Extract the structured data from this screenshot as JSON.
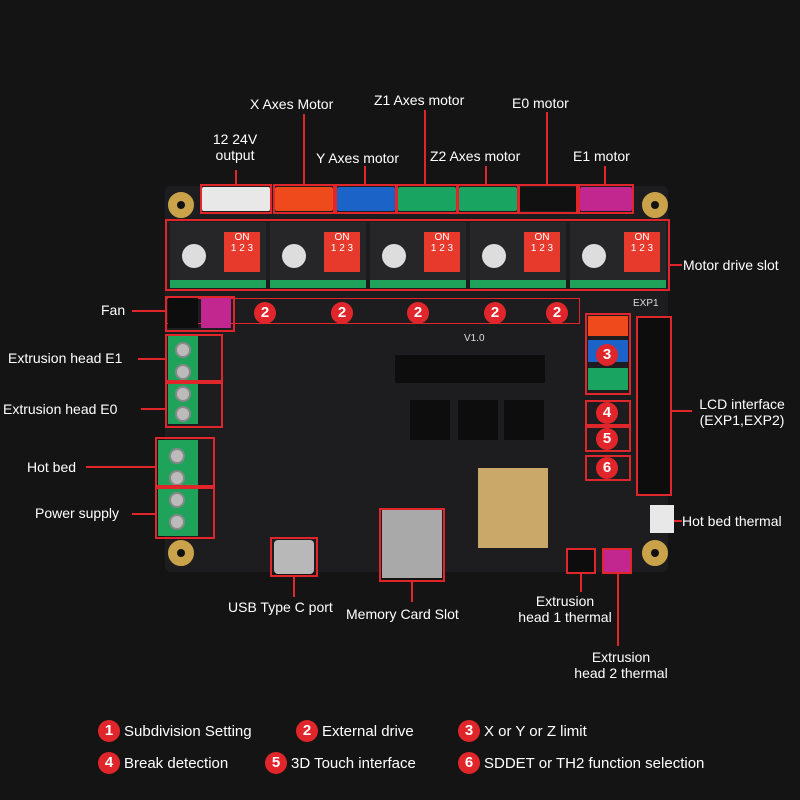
{
  "colors": {
    "accent": "#e0262a",
    "board": "#1d1d1f",
    "terminal": "#1fa35a"
  },
  "labels": {
    "output_line1": "12 24V",
    "output_line2": "output",
    "x_motor": "X Axes Motor",
    "y_motor": "Y Axes motor",
    "z1_motor": "Z1 Axes motor",
    "z2_motor": "Z2 Axes motor",
    "e0_motor": "E0 motor",
    "e1_motor": "E1 motor",
    "motor_drive_slot": "Motor drive slot",
    "fan": "Fan",
    "extrusion_e1": "Extrusion head E1",
    "extrusion_e0": "Extrusion head E0",
    "hot_bed": "Hot bed",
    "power_supply": "Power supply",
    "usb": "USB Type C port",
    "memory_card": "Memory Card Slot",
    "thermal1_line1": "Extrusion",
    "thermal1_line2": "head 1 thermal",
    "thermal2_line1": "Extrusion",
    "thermal2_line2": "head 2 thermal",
    "lcd_line1": "LCD interface",
    "lcd_line2": "(EXP1,EXP2)",
    "hot_bed_thermal": "Hot bed thermal"
  },
  "board_text": {
    "version": "V1.0",
    "exp1": "EXP1",
    "dip_on": "ON",
    "dip_nums": "1 2 3"
  },
  "legend": [
    {
      "num": "1",
      "text": "Subdivision Setting"
    },
    {
      "num": "2",
      "text": "External drive"
    },
    {
      "num": "3",
      "text": "X or Y or Z limit"
    },
    {
      "num": "4",
      "text": "Break detection"
    },
    {
      "num": "5",
      "text": "3D Touch interface"
    },
    {
      "num": "6",
      "text": "SDDET or TH2 function selection"
    }
  ]
}
